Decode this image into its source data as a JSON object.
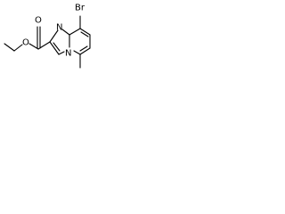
{
  "structure": {
    "colors": {
      "bond": "#000000",
      "background": "#ffffff"
    },
    "atoms": {
      "bromine": "Br",
      "ring_nitrogen": "N",
      "bridgehead_nitrogen": "N",
      "carbonyl_oxygen": "O",
      "ester_oxygen": "O"
    }
  }
}
